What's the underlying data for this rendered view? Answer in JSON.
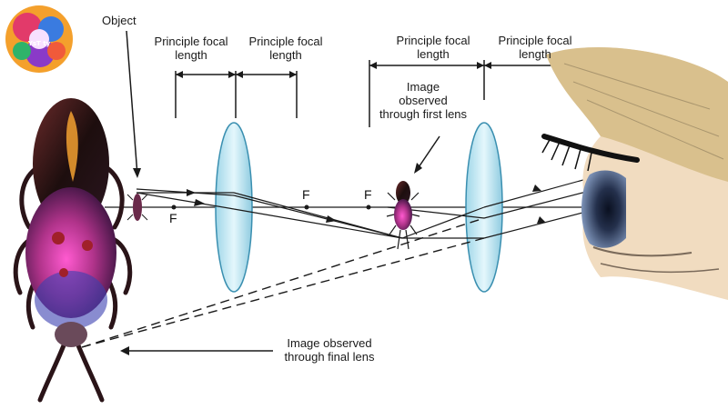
{
  "logo": {
    "text": "YsT ty"
  },
  "labels": {
    "object": "Object",
    "focal_1a": [
      "Principle focal",
      "length"
    ],
    "focal_1b": [
      "Principle focal",
      "length"
    ],
    "focal_2a": [
      "Principle focal",
      "length"
    ],
    "focal_2b": [
      "Principle focal",
      "length"
    ],
    "image_first": [
      "Image",
      "observed",
      "through first lens"
    ],
    "image_final": [
      "Image observed",
      "through final lens"
    ],
    "focal_point_1": "F",
    "focal_point_2": "F",
    "focal_point_3": "F"
  },
  "colors": {
    "lens_fill": "#bfe8f3",
    "lens_stroke": "#3a8fb0",
    "ray": "#1a1a1a",
    "bug_head": "#3a1e1a",
    "bug_body": "#b0338a",
    "skin": "#f1dcc0",
    "hat": "#d9c08d"
  },
  "icons": [
    "logo-icon",
    "bug-icon",
    "eye-icon"
  ]
}
